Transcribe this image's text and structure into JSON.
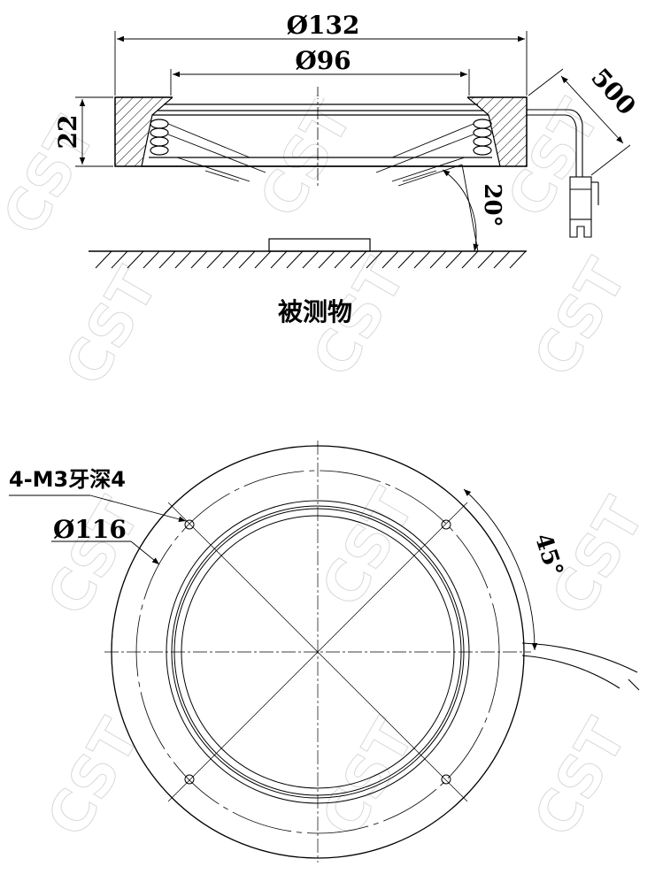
{
  "side_view": {
    "outer_diameter": "Ø132",
    "inner_diameter": "Ø96",
    "height": "22",
    "cable_length": "500",
    "angle": "20°",
    "object_label": "被测物"
  },
  "top_view": {
    "thread_note": "4-M3牙深4",
    "hole_circle_diameter": "Ø116",
    "angle": "45°"
  },
  "watermark": "CST",
  "colors": {
    "line": "#000000",
    "watermark": "#d8d8d8"
  }
}
